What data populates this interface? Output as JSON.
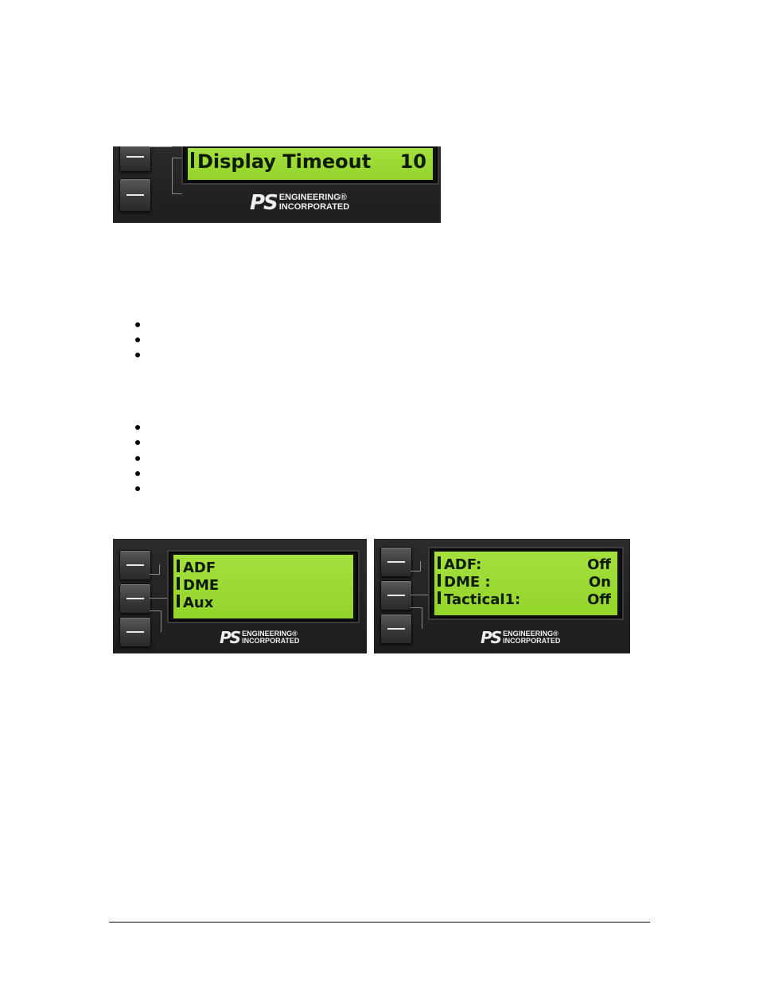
{
  "screen_timeout": {
    "label": "Display Timeout",
    "value": "10"
  },
  "screen_menu": {
    "rows": [
      {
        "label": "ADF"
      },
      {
        "label": "DME"
      },
      {
        "label": "Aux"
      }
    ]
  },
  "screen_settings": {
    "rows": [
      {
        "label": "ADF:",
        "value": "Off"
      },
      {
        "label": "DME :",
        "value": "On"
      },
      {
        "label": "Tactical1:",
        "value": "Off"
      }
    ]
  },
  "logo": {
    "mark": "PS",
    "line1": "ENGINEERING®",
    "line2": "INCORPORATED"
  },
  "colors": {
    "lcd_green": "#9bd934",
    "panel": "#242424"
  }
}
